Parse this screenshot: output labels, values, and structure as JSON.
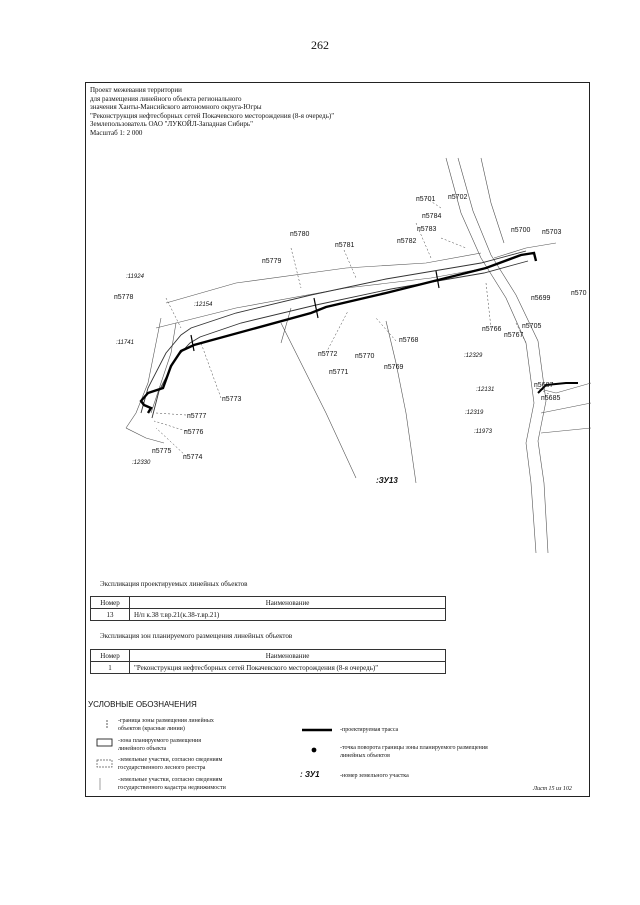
{
  "page_number": "262",
  "header": {
    "line1": "Проект межевания территории",
    "line2": "для размещения линейного объекта регионального",
    "line3": "значения Ханты-Мансийского автономного округа-Югры",
    "line4": "\"Реконструкция нефтесборных сетей Покачевского месторождения (8-я очередь)\"",
    "line5": "Землепользователь ОАО \"ЛУКОЙЛ-Западная Сибирь\"",
    "line6": "Масштаб 1: 2 000"
  },
  "map": {
    "points": {
      "p5701": "п5701",
      "p5702": "п5702",
      "p5784": "п5784",
      "p5783": "п5783",
      "p5700": "п5700",
      "p5703": "п5703",
      "p5780": "п5780",
      "p5781": "п5781",
      "p5782": "п5782",
      "p5779": "п5779",
      "p5778": "п5778",
      "p5699": "п5699",
      "p570": "п570",
      "p5705": "п5705",
      "p5766": "п5766",
      "p5767": "п5767",
      "p5768": "п5768",
      "p5772": "п5772",
      "p5770": "п5770",
      "p5769": "п5769",
      "p5771": "п5771",
      "p5773": "п5773",
      "p5777": "п5777",
      "p5776": "п5776",
      "p5775": "п5775",
      "p5774": "п5774",
      "p5687": "п5687",
      "p5685": "п5685"
    },
    "parcels": {
      "c11924": ":11924",
      "c12154": ":12154",
      "c11741": ":11741",
      "c12329": ":12329",
      "c12131": ":12131",
      "c12319": ":12319",
      "c11973": ":11973",
      "c12330": ":12330"
    },
    "zu": ":ЗУ13"
  },
  "table1": {
    "caption": "Экспликация проектируемых линейных объектов",
    "headers": [
      "Номер",
      "Наименование"
    ],
    "rows": [
      [
        "13",
        "Н/п к.38 т.вр.21(к.38-т.вр.21)"
      ]
    ]
  },
  "table2": {
    "caption": "Экспликация зон планируемого размещения линейных объектов",
    "headers": [
      "Номер",
      "Наименование"
    ],
    "rows": [
      [
        "1",
        "\"Реконструкция нефтесборных сетей Покачевского месторождения (8-я очередь)\""
      ]
    ]
  },
  "legend": {
    "title": "УСЛОВНЫЕ ОБОЗНАЧЕНИЯ",
    "items": {
      "red_lines": "-граница зоны размещения линейных объектов (красные линии)",
      "zone": "-зона планируемого размещения линейного объекта",
      "forest": "-земельные участки, согласно сведениям государственного лесного реестра",
      "cadastre": "-земельные участки, согласно сведениям государственного кадастра недвижимости",
      "route": "-проектируемая трасса",
      "turn_point": "-точка поворота границы зоны планируемого размещения линейных объектов",
      "parcel_no_symbol": ": ЗУ1",
      "parcel_no": "-номер земельного участка"
    }
  },
  "sheet": "Лист 15 из 102"
}
